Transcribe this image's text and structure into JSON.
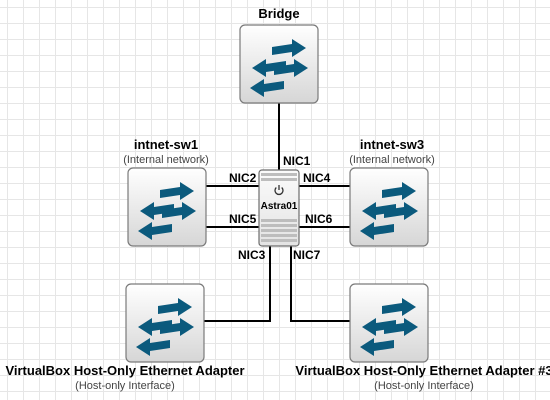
{
  "nodes": {
    "bridge": {
      "title": "Bridge",
      "subtitle": ""
    },
    "intnet_sw1": {
      "title": "intnet-sw1",
      "subtitle": "(Internal network)"
    },
    "intnet_sw3": {
      "title": "intnet-sw3",
      "subtitle": "(Internal network)"
    },
    "host_only_1": {
      "title": "VirtualBox Host-Only Ethernet Adapter",
      "subtitle": "(Host-only Interface)"
    },
    "host_only_3": {
      "title": "VirtualBox Host-Only Ethernet Adapter #3",
      "subtitle": "(Host-only Interface)"
    },
    "host": {
      "label": "Astra01",
      "icon": "power-icon"
    }
  },
  "nics": {
    "nic1": "NIC1",
    "nic2": "NIC2",
    "nic3": "NIC3",
    "nic4": "NIC4",
    "nic5": "NIC5",
    "nic6": "NIC6",
    "nic7": "NIC7"
  },
  "colors": {
    "arrow": "#0b5a7d",
    "switch_fill_top": "#ffffff",
    "switch_fill_bottom": "#d9d9d9",
    "grid": "#e6e6e6"
  }
}
